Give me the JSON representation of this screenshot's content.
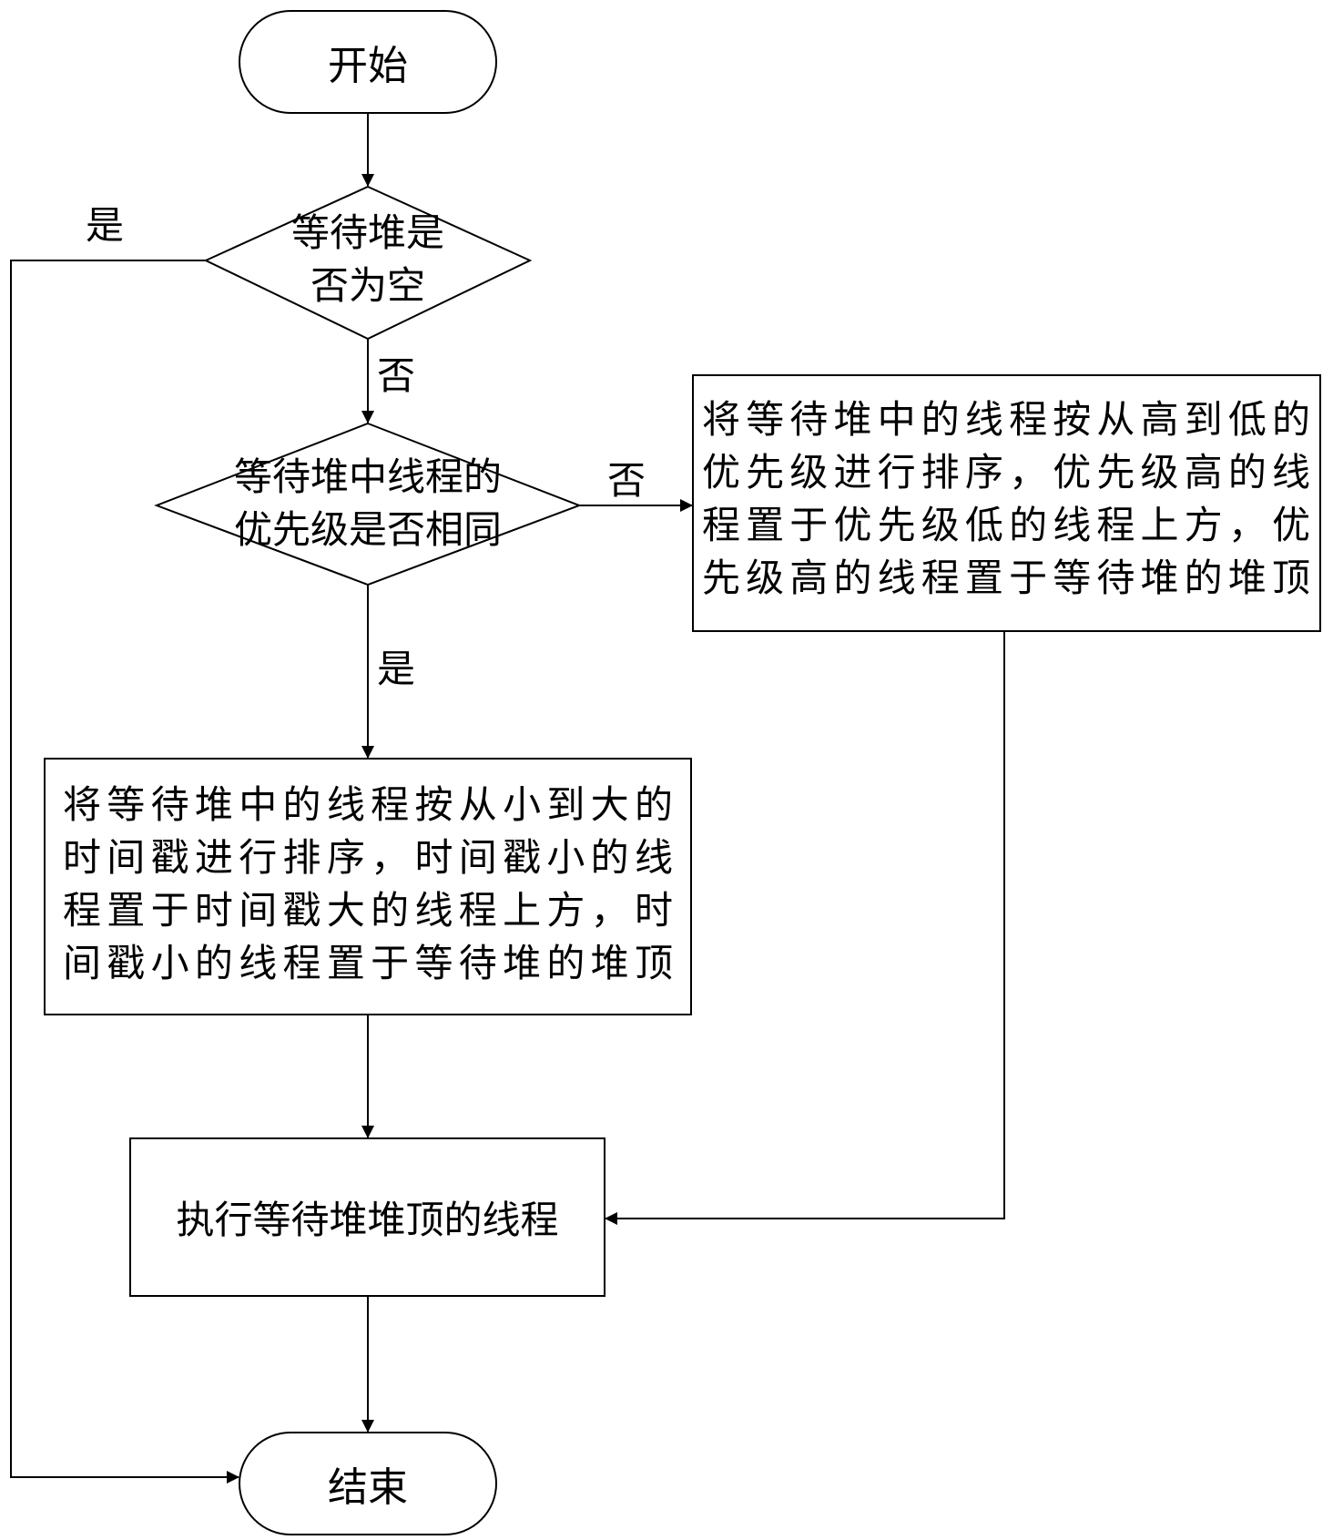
{
  "start": {
    "label": "开始"
  },
  "end": {
    "label": "结束"
  },
  "decision_empty": {
    "line1": "等待堆是",
    "line2": "否为空"
  },
  "decision_priority": {
    "line1": "等待堆中线程的",
    "line2": "优先级是否相同"
  },
  "box_priority_sort": {
    "lines": [
      "将等待堆中的线程按从高到低的",
      "优先级进行排序，优先级高的线",
      "程置于优先级低的线程上方，优",
      "先级高的线程置于等待堆的堆顶"
    ]
  },
  "box_timestamp_sort": {
    "lines": [
      "将等待堆中的线程按从小到大的",
      "时间戳进行排序，时间戳小的线",
      "程置于时间戳大的线程上方，时",
      "间戳小的线程置于等待堆的堆顶"
    ]
  },
  "box_execute": {
    "label": "执行等待堆堆顶的线程"
  },
  "edge_labels": {
    "empty_yes": "是",
    "empty_no": "否",
    "priority_no": "否",
    "priority_yes": "是"
  }
}
